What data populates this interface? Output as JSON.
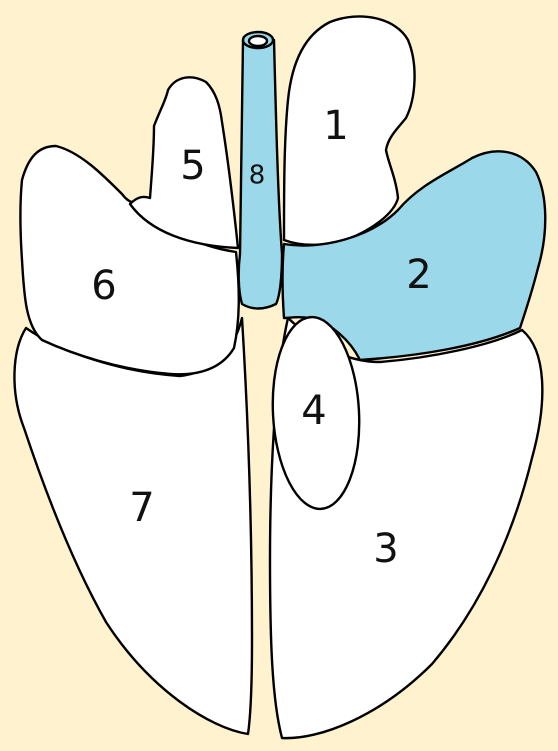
{
  "colors": {
    "background": "#fff2cf",
    "lobe_fill": "#ffffff",
    "highlight_fill": "#9ad8ea",
    "outline": "#000000"
  },
  "diagram": {
    "regions": [
      {
        "id": "1",
        "label": "1",
        "highlighted": false
      },
      {
        "id": "2",
        "label": "2",
        "highlighted": true
      },
      {
        "id": "3",
        "label": "3",
        "highlighted": false
      },
      {
        "id": "4",
        "label": "4",
        "highlighted": false
      },
      {
        "id": "5",
        "label": "5",
        "highlighted": false
      },
      {
        "id": "6",
        "label": "6",
        "highlighted": false
      },
      {
        "id": "7",
        "label": "7",
        "highlighted": false
      },
      {
        "id": "8",
        "label": "8",
        "highlighted": true
      }
    ]
  }
}
